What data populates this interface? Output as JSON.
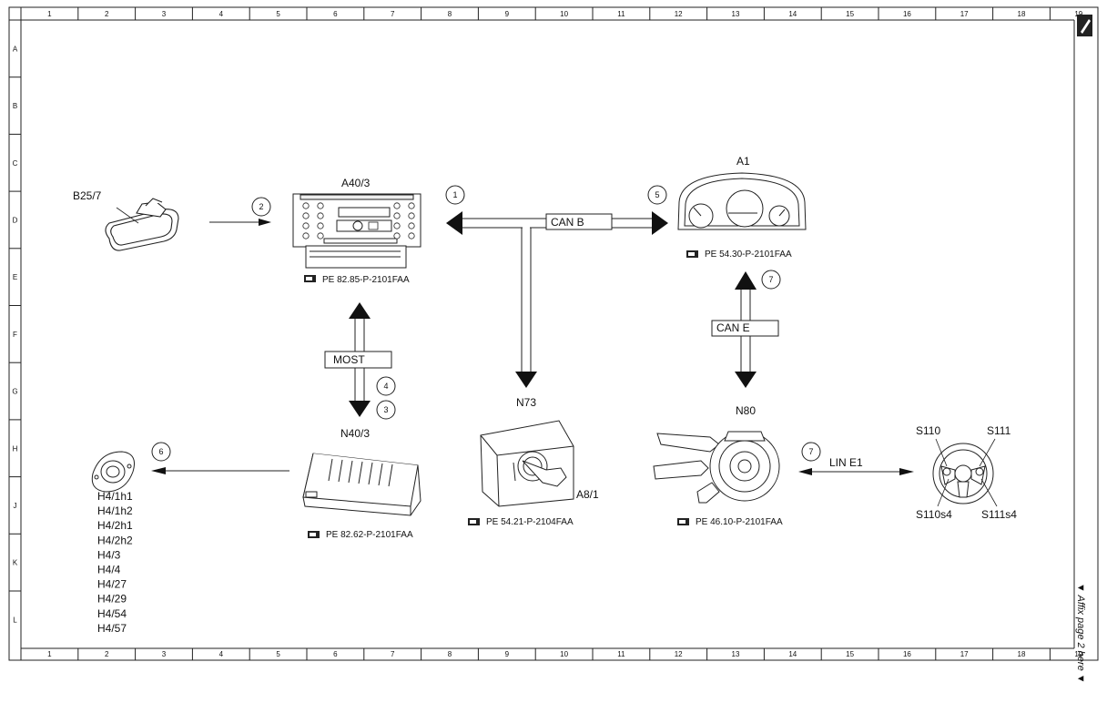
{
  "grid": {
    "columns": [
      "1",
      "2",
      "3",
      "4",
      "5",
      "6",
      "7",
      "8",
      "9",
      "10",
      "11",
      "12",
      "13",
      "14",
      "15",
      "16",
      "17",
      "18",
      "19"
    ],
    "rows": [
      "A",
      "B",
      "C",
      "D",
      "E",
      "F",
      "G",
      "H",
      "J",
      "K",
      "L"
    ]
  },
  "components": {
    "b25_7": "B25/7",
    "a40_3": "A40/3",
    "a1": "A1",
    "n40_3": "N40/3",
    "n73": "N73",
    "a8_1": "A8/1",
    "n80": "N80",
    "s110": "S110",
    "s111": "S111",
    "s110s4": "S110s4",
    "s111s4": "S111s4"
  },
  "references": {
    "a40_3": "PE 82.85-P-2101FAA",
    "a1": "PE 54.30-P-2101FAA",
    "n40_3": "PE 82.62-P-2101FAA",
    "n73": "PE 54.21-P-2104FAA",
    "n80": "PE 46.10-P-2101FAA"
  },
  "buses": {
    "can_b": "CAN B",
    "can_e": "CAN E",
    "most": "MOST",
    "lin_e1": "LIN E1"
  },
  "callouts": {
    "c1": "1",
    "c2": "2",
    "c3": "3",
    "c4": "4",
    "c5": "5",
    "c6": "6",
    "c7a": "7",
    "c7b": "7"
  },
  "speakers": [
    "H4/1h1",
    "H4/1h2",
    "H4/2h1",
    "H4/2h2",
    "H4/3",
    "H4/4",
    "H4/27",
    "H4/29",
    "H4/54",
    "H4/57"
  ],
  "side_note": "▼ Affix page 2 here ▼",
  "icons": {
    "corner": "pen-icon",
    "reference": "pointing-hand-icon"
  }
}
